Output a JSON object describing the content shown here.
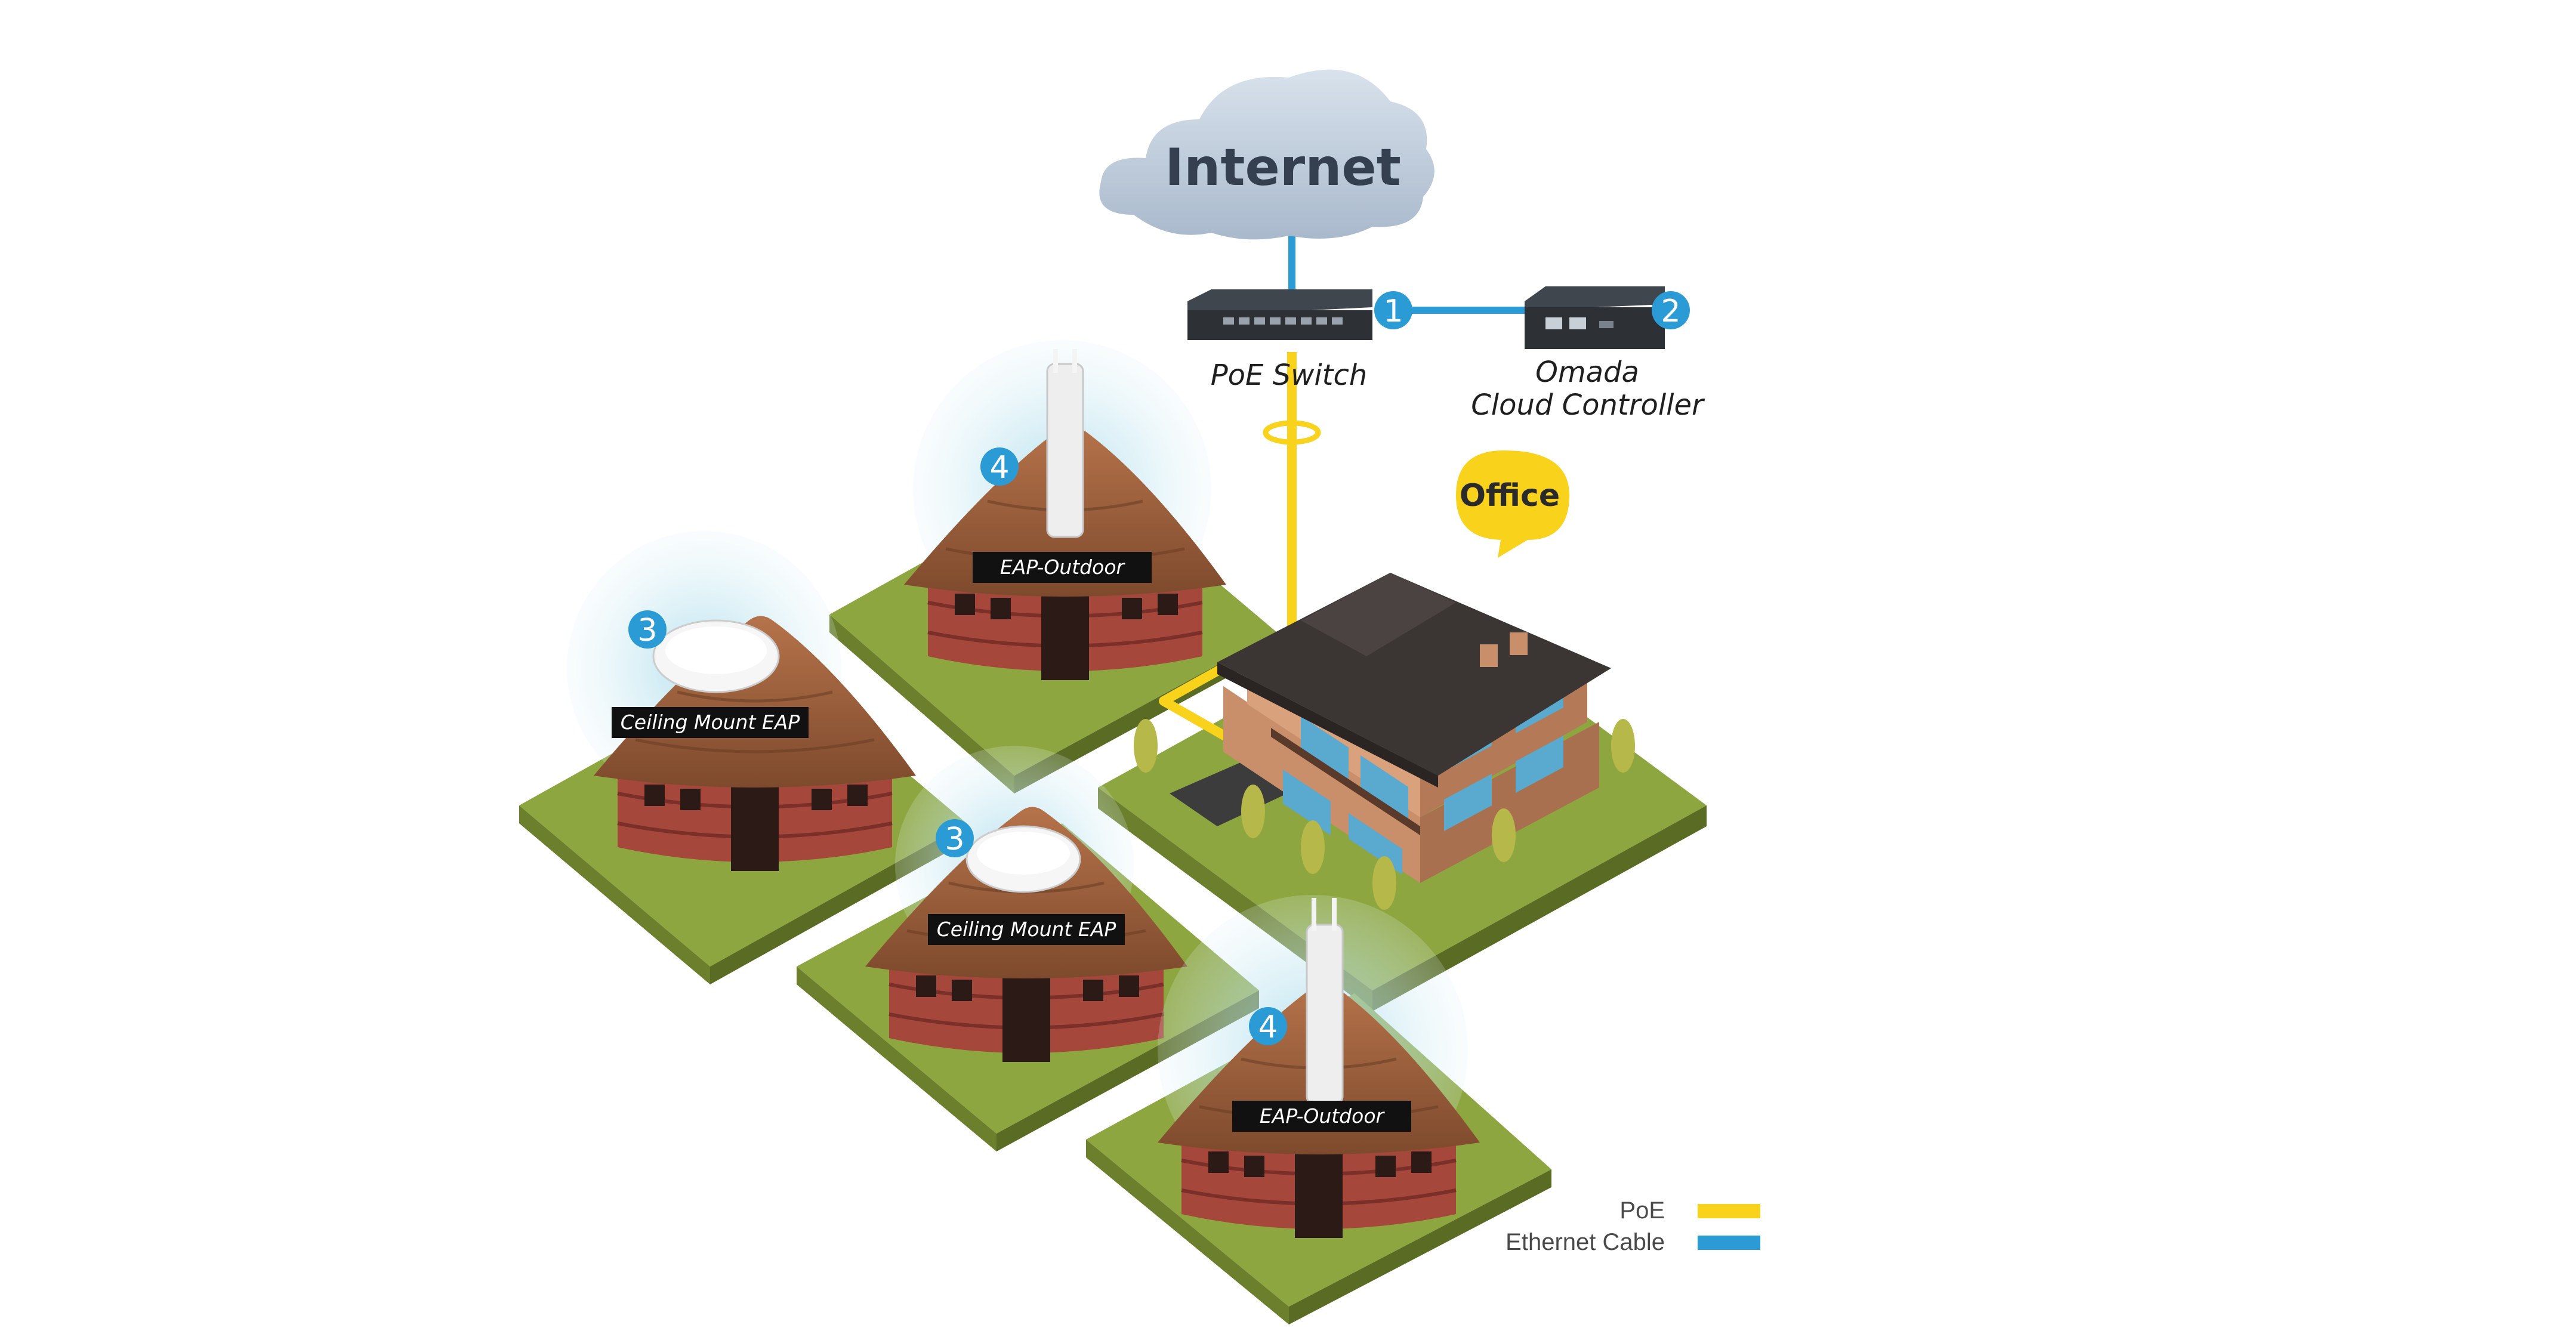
{
  "internet": {
    "label": "Internet"
  },
  "devices": [
    {
      "number": "1",
      "label": "PoE Switch"
    },
    {
      "number": "2",
      "label_line1": "Omada",
      "label_line2": "Cloud Controller"
    }
  ],
  "office": {
    "label": "Office"
  },
  "access_points": [
    {
      "number": "4",
      "label": "EAP-Outdoor"
    },
    {
      "number": "3",
      "label": "Ceiling Mount EAP"
    },
    {
      "number": "3",
      "label": "Ceiling Mount EAP"
    },
    {
      "number": "4",
      "label": "EAP-Outdoor"
    }
  ],
  "legend": [
    {
      "label": "PoE",
      "color": "#f9d21c"
    },
    {
      "label": "Ethernet Cable",
      "color": "#2b9bd6"
    }
  ],
  "colors": {
    "poe": "#f9d21c",
    "ethernet": "#2b9bd6",
    "badge": "#2b9bd6",
    "ground_top": "#8ea63f",
    "roof_straw": "#9a5c3a",
    "signal": "#bfe4ef"
  }
}
